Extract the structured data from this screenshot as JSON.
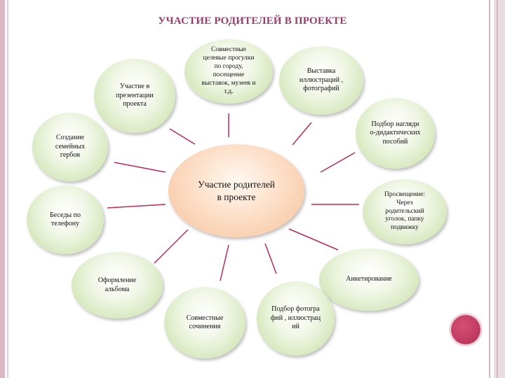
{
  "slide": {
    "title": "УЧАСТИЕ РОДИТЕЛЕЙ В ПРОЕКТЕ"
  },
  "center": "Участие родителей в проекте",
  "nodes": {
    "walks": "Совместные целевые прогулки по городу, посещение выставок, музеев и т.д.",
    "exhibition": "Выставка иллюстраций , фотографий",
    "didactic": "Подбор наглядно-дидактических пособий",
    "education": "Просвещение: Через родительский уголок, папку подвижку",
    "survey": "Анкетирование",
    "photos": "Подбор фотографий , иллюстраций",
    "compositions": "Совместные сочинения",
    "album": "Оформление альбома",
    "phone": "Беседы по телефону",
    "emblems": "Создание семейных гербов",
    "presentation": "Участие в презентации проекта"
  },
  "colors": {
    "title": "#9b3a6c",
    "connector": "#c0285a",
    "accent_dot": "#c03a63",
    "bubble_green": "#c3dca3",
    "center_peach": "#f8c9a6"
  }
}
